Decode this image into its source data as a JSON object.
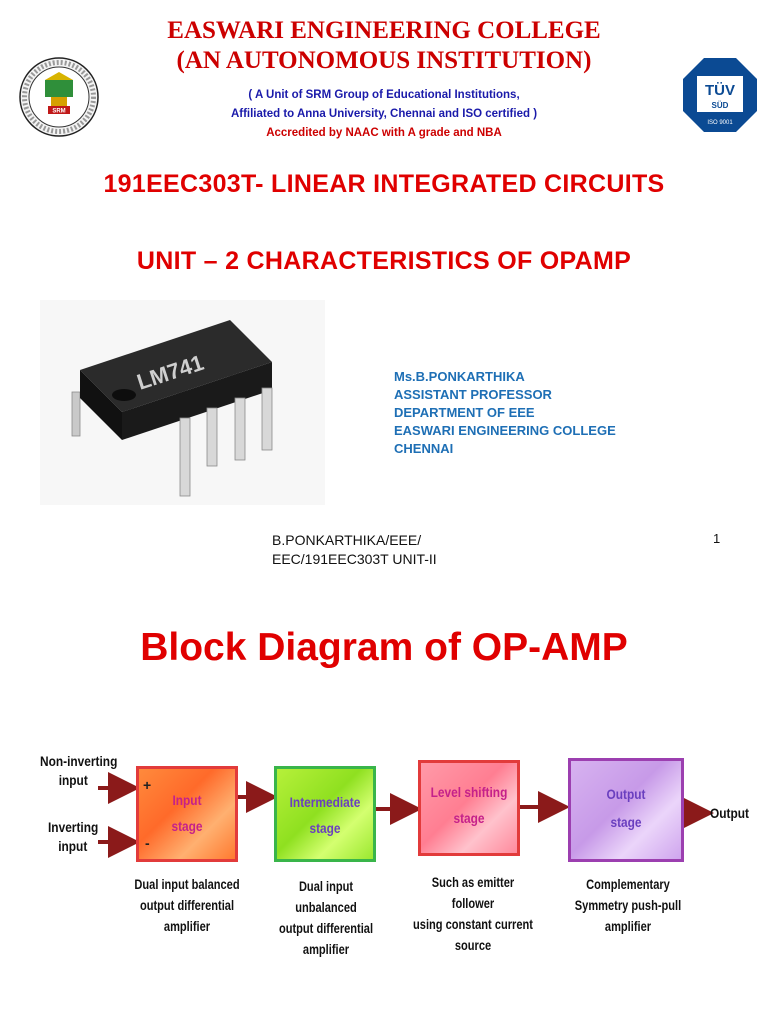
{
  "slide1": {
    "college_line1": "EASWARI ENGINEERING COLLEGE",
    "college_line2": "(AN AUTONOMOUS INSTITUTION)",
    "affil_line1": "( A Unit of SRM Group of Educational Institutions,",
    "affil_line2": "Affiliated to Anna University,  Chennai and ISO certified )",
    "affil_line3": "Accredited by NAAC with A grade and NBA",
    "logo_left_text": "SRM",
    "logo_right": {
      "top": "TÜV",
      "middle": "SÜD",
      "bottom": "ISO 9001"
    },
    "course_title": "191EEC303T- LINEAR INTEGRATED CIRCUITS",
    "unit_title": "UNIT – 2  CHARACTERISTICS OF OPAMP",
    "chip_label": "LM741",
    "author": {
      "name": "Ms.B.PONKARTHIKA",
      "designation": "ASSISTANT PROFESSOR",
      "department": "DEPARTMENT OF EEE",
      "college": "EASWARI ENGINEERING COLLEGE",
      "city": "CHENNAI"
    },
    "footer_line1": "B.PONKARTHIKA/EEE/",
    "footer_line2": "EEC/191EEC303T UNIT-II",
    "page_number": "1"
  },
  "slide2": {
    "title": "Block Diagram of OP-AMP",
    "noninv_label_1": "Non-inverting",
    "noninv_label_2": "input",
    "inv_label_1": "Inverting",
    "inv_label_2": "input",
    "plus_sign": "+",
    "minus_sign": "-",
    "output_label": "Output",
    "stages": [
      {
        "line1": "Input",
        "line2": "stage",
        "color": "#e23b3b"
      },
      {
        "line1": "Intermediate",
        "line2": "stage",
        "color": "#39b54a"
      },
      {
        "line1": "Level shifting",
        "line2": "stage",
        "color": "#e23b3b"
      },
      {
        "line1": "Output",
        "line2": "stage",
        "color": "#9c3fb0"
      }
    ],
    "captions": [
      {
        "l1": "Dual input balanced",
        "l2": "output differential",
        "l3": "amplifier"
      },
      {
        "l1": "Dual input unbalanced",
        "l2": "output differential",
        "l3": "amplifier"
      },
      {
        "l1": "Such as emitter follower",
        "l2": "using constant current",
        "l3": "source"
      },
      {
        "l1": "Complementary",
        "l2": "Symmetry push-pull",
        "l3": "amplifier"
      }
    ],
    "arrow_color": "#8b1a1a"
  }
}
